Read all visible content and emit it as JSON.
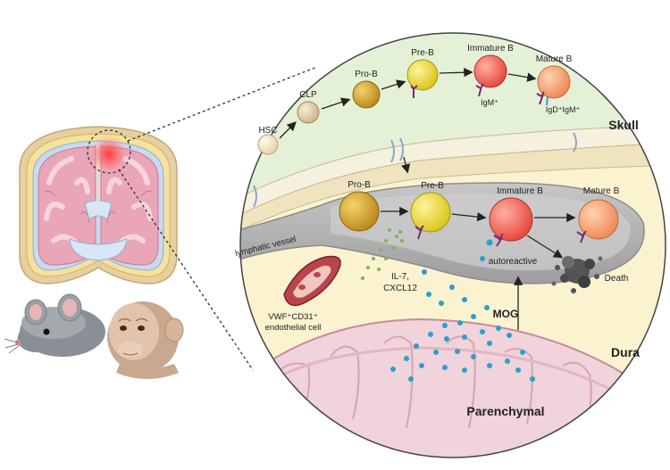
{
  "labels": {
    "hsc": "HSC",
    "clp": "CLP",
    "skull_pro_b": "Pro-B",
    "skull_pre_b": "Pre-B",
    "skull_immature_b": "Immature B",
    "skull_mature_b": "Mature B",
    "igm": "IgM⁺",
    "igd_igm": "IgD⁺IgM⁺",
    "dura_pro_b": "Pro-B",
    "dura_pre_b": "Pre-B",
    "dura_immature_b": "Immature B",
    "dura_mature_b": "Mature B",
    "lymphatic_vessel": "lymphatic vessel",
    "autoreactive": "autoreactive",
    "death": "Death",
    "il7": "IL-7,",
    "cxcl12": "CXCL12",
    "vwf": "VWF⁺CD31⁺",
    "endothelial": "endothelial cell",
    "mog": "MOG",
    "skull": "Skull",
    "dura": "Dura",
    "parenchymal": "Parenchymal"
  },
  "colors": {
    "skull_bg": "#e4f1d6",
    "dura_bg": "#f9eec7",
    "parenchyma": "#f0d3db",
    "vessel": "#b9b9b9",
    "pro_b": "#d8a92f",
    "pre_b": "#f2e23c",
    "immature_b": "#f0665c",
    "mature_b": "#f7a072",
    "hsc": "#f3e6c6",
    "clp": "#e5cfa6",
    "dot_blue": "#2c9fd0",
    "dot_green": "#78b559",
    "antibody": "#7a2a72"
  },
  "icons": [
    "mouse-icon",
    "monkey-icon",
    "brain-section-icon",
    "antibody-icon",
    "dead-cell-icon",
    "endothelial-cell-icon"
  ]
}
